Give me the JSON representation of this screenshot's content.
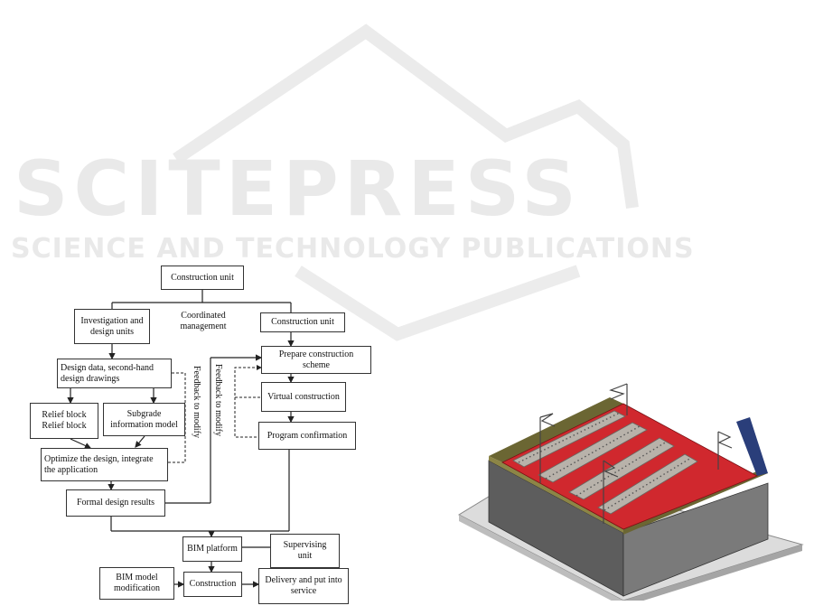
{
  "watermark": {
    "title": "SCITEPRESS",
    "subtitle": "SCIENCE AND TECHNOLOGY PUBLICATIONS"
  },
  "flowchart": {
    "construction_unit_top": "Construction unit",
    "investigation_design": "Investigation and\ndesign units",
    "coordinated_management": "Coordinated\nmanagement",
    "construction_unit_right": "Construction unit",
    "design_data": "Design data, second-hand\ndesign drawings",
    "relief_block": "Relief block\nRelief block",
    "subgrade_model": "Subgrade\ninformation model",
    "optimize_design": "Optimize the design, integrate\nthe application",
    "formal_results": "Formal design results",
    "feedback_left": "Feedback to modify",
    "feedback_right": "Feedback to modify",
    "prepare_scheme": "Prepare construction scheme",
    "virtual_construction": "Virtual construction",
    "program_confirmation": "Program confirmation",
    "bim_platform": "BIM platform",
    "supervising_unit": "Supervising\nunit",
    "bim_modification": "BIM model\nmodification",
    "construction": "Construction",
    "delivery": "Delivery and put into\nservice"
  },
  "colors": {
    "watermark": "#e9e9e9",
    "track_red": "#d0282e",
    "concrete": "#5a5a5a",
    "ballast": "#a8a29a",
    "edge_olive": "#6b6633",
    "edge_blue": "#2a3e7a"
  }
}
